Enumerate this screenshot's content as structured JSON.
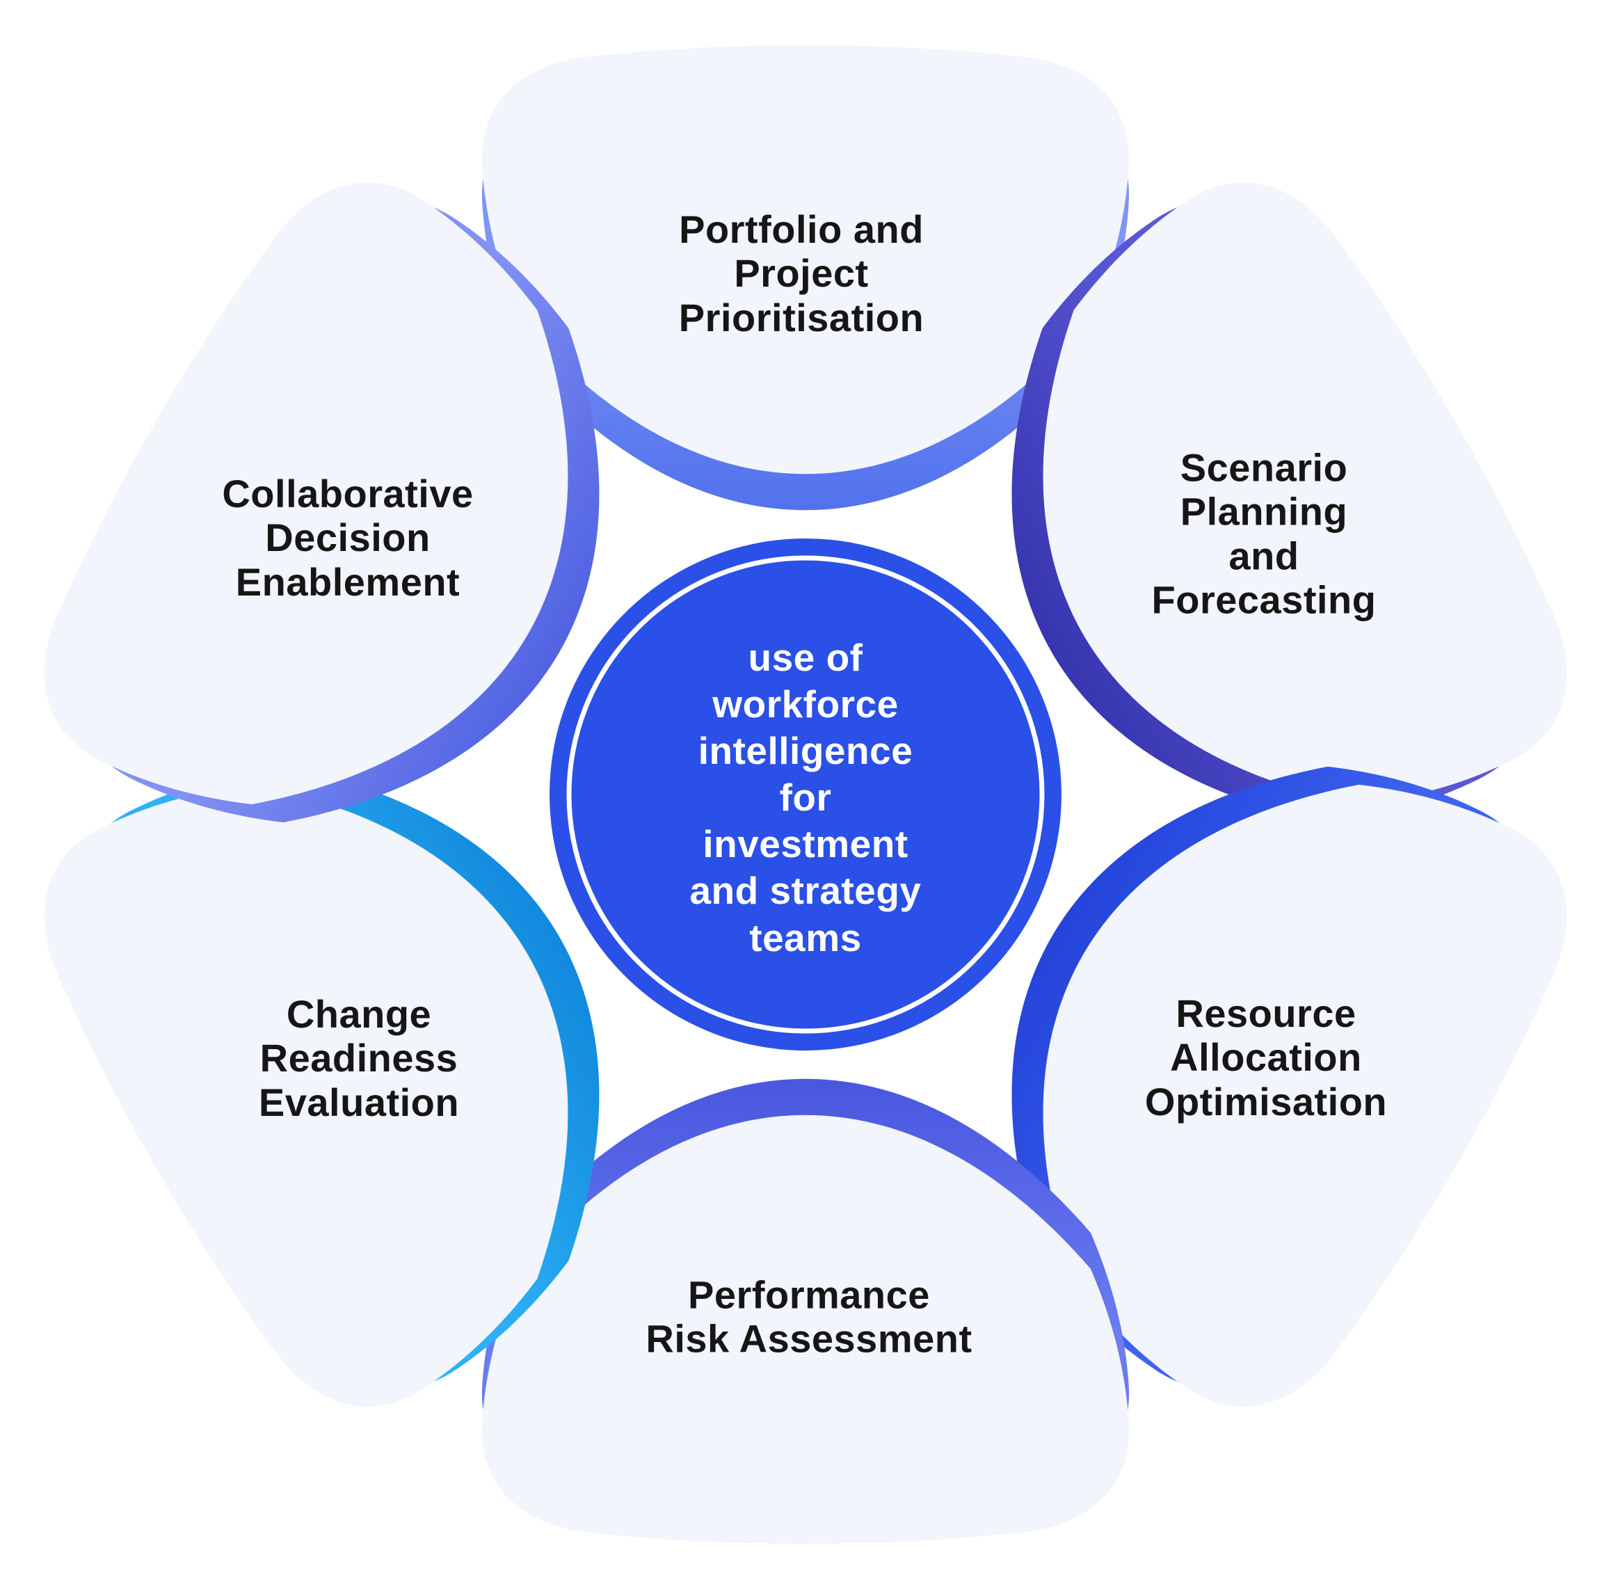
{
  "colors": {
    "background": "#FFFFFF",
    "petal_fill": "#F2F5FB",
    "label_color": "#161616",
    "center_fill": "#2B50E7",
    "center_ring": "#FFFFFF",
    "center_text_color": "#FFFFFF"
  },
  "center": {
    "label": "use of\nworkforce\nintelligence\nfor\ninvestment\nand strategy\nteams"
  },
  "sectors": [
    {
      "id": "portfolio",
      "label": "Portfolio and\nProject\nPrioritisation",
      "accent_light": "#7E95F4",
      "accent_dark": "#5272ED"
    },
    {
      "id": "scenario",
      "label": "Scenario\nPlanning\nand\nForecasting",
      "accent_light": "#5A57D6",
      "accent_dark": "#3835B0"
    },
    {
      "id": "resource",
      "label": "Resource\nAllocation\nOptimisation",
      "accent_light": "#3E63F0",
      "accent_dark": "#2444DA"
    },
    {
      "id": "performance",
      "label": "Performance\nRisk Assessment",
      "accent_light": "#6B7CF1",
      "accent_dark": "#4957DF"
    },
    {
      "id": "change",
      "label": "Change\nReadiness\nEvaluation",
      "accent_light": "#2EB1F6",
      "accent_dark": "#1289DD"
    },
    {
      "id": "collaborative",
      "label": "Collaborative\nDecision\nEnablement",
      "accent_light": "#8292F3",
      "accent_dark": "#5163E2"
    }
  ]
}
